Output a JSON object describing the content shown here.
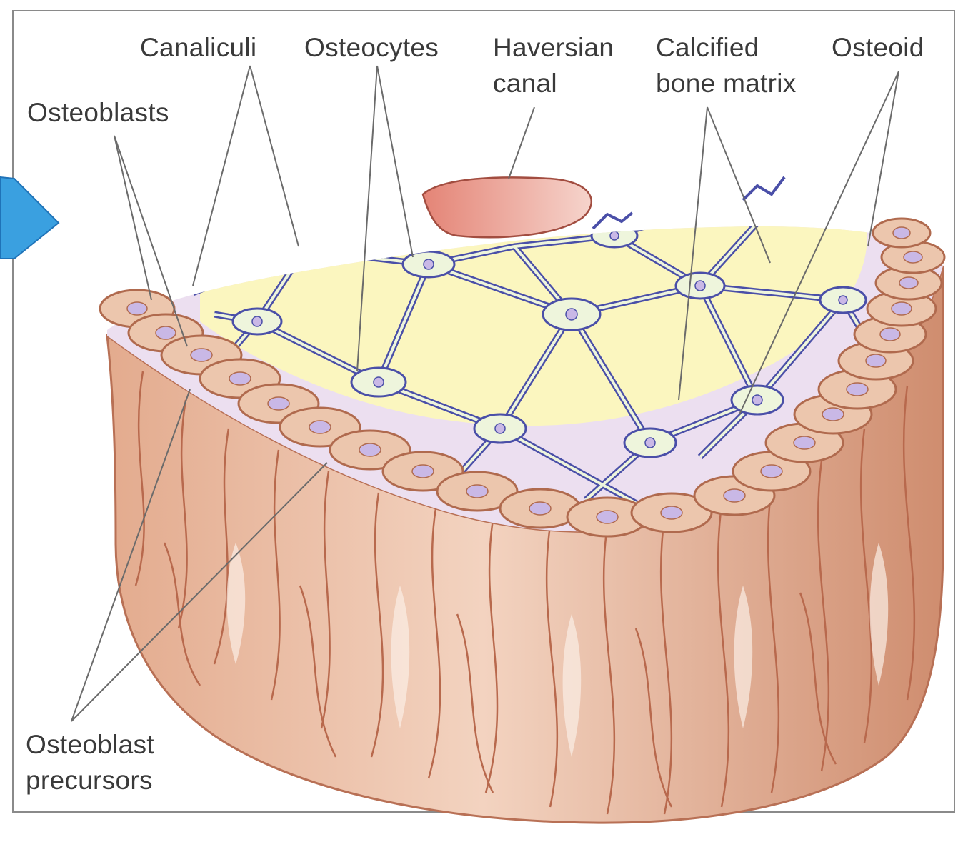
{
  "diagram": {
    "labels": {
      "canaliculi": "Canaliculi",
      "osteocytes": "Osteocytes",
      "haversian_canal": [
        "Haversian",
        "canal"
      ],
      "calcified_bone_matrix": [
        "Calcified",
        "bone matrix"
      ],
      "osteoid": "Osteoid",
      "osteoblasts": "Osteoblasts",
      "osteoblast_precursors": [
        "Osteoblast",
        "precursors"
      ]
    },
    "colors": {
      "frame": "#8a8a8a",
      "arrow": "#3aa0e0",
      "matrix_yellow": "#fbf6bf",
      "osteoid_lilac": "#ecdff0",
      "osteocyte_body": "#eef5dc",
      "canaliculi_outline": "#4a4fa8",
      "haversian_canal": "#e8978a",
      "cell_tan": "#e9c0a4",
      "cell_wall": "#d9977a",
      "cell_dark": "#c57a5c",
      "nucleus": "#c9b8e6",
      "label_text": "#3a3a3a",
      "leader_line": "#6b6b6b"
    },
    "icons": [
      "blue-arrow-icon"
    ]
  }
}
